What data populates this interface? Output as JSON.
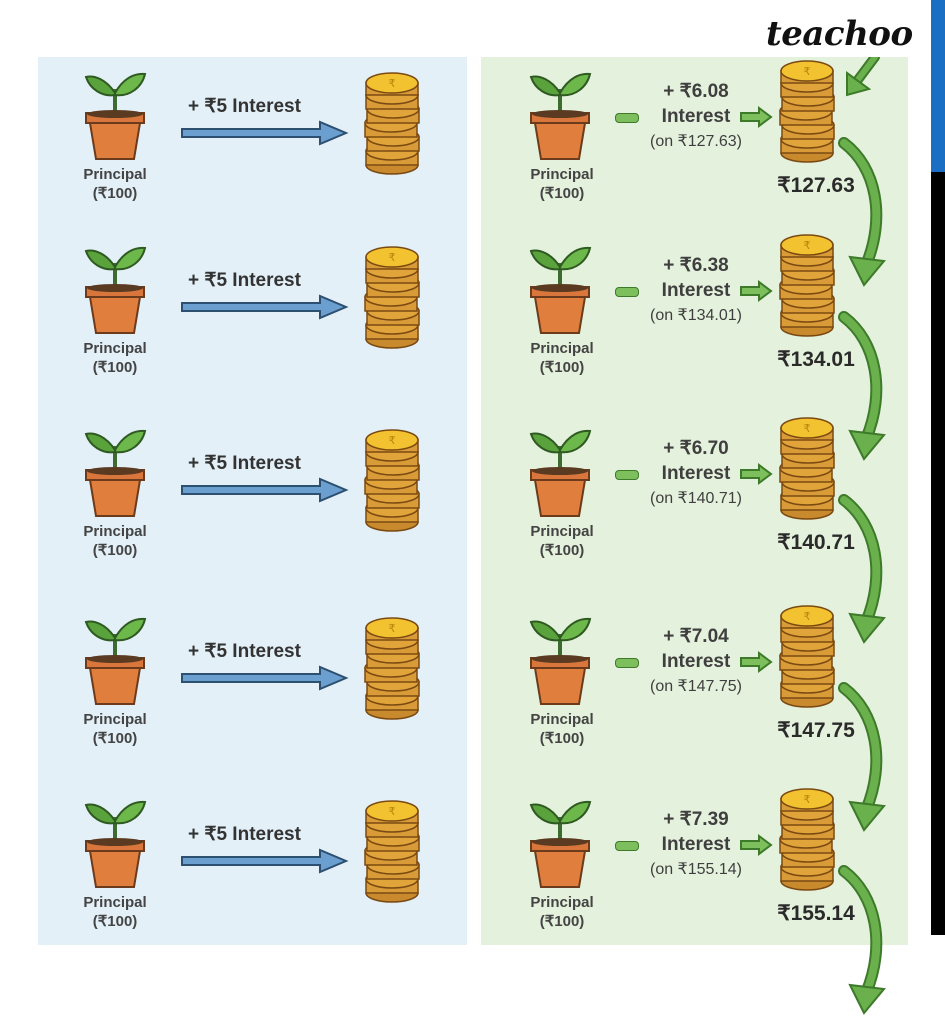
{
  "brand": {
    "name": "teachoo"
  },
  "colors": {
    "left_panel_bg": "#e3f0f8",
    "right_panel_bg": "#e4f1dc",
    "blue_arrow": "#6a9fd0",
    "green_arrow": "#6ab04c",
    "pot": "#d9763c",
    "leaf": "#5aa33c",
    "coin": "#e0a43a",
    "edge_blue": "#1a6fc4",
    "edge_black": "#000000"
  },
  "simple_interest": {
    "rows": [
      {
        "principal_label": "Principal",
        "principal_amount": "(₹100)",
        "interest_label": "+ ₹5 Interest"
      },
      {
        "principal_label": "Principal",
        "principal_amount": "(₹100)",
        "interest_label": "+ ₹5 Interest"
      },
      {
        "principal_label": "Principal",
        "principal_amount": "(₹100)",
        "interest_label": "+ ₹5 Interest"
      },
      {
        "principal_label": "Principal",
        "principal_amount": "(₹100)",
        "interest_label": "+ ₹5 Interest"
      },
      {
        "principal_label": "Principal",
        "principal_amount": "(₹100)",
        "interest_label": "+ ₹5 Interest"
      }
    ]
  },
  "compound_interest": {
    "rows": [
      {
        "principal_label": "Principal",
        "principal_amount": "(₹100)",
        "interest_amount": "+ ₹6.08",
        "interest_word": "Interest",
        "interest_base": "(on ₹127.63)",
        "total": "₹127.63"
      },
      {
        "principal_label": "Principal",
        "principal_amount": "(₹100)",
        "interest_amount": "+ ₹6.38",
        "interest_word": "Interest",
        "interest_base": "(on ₹134.01)",
        "total": "₹134.01"
      },
      {
        "principal_label": "Principal",
        "principal_amount": "(₹100)",
        "interest_amount": "+ ₹6.70",
        "interest_word": "Interest",
        "interest_base": "(on ₹140.71)",
        "total": "₹140.71"
      },
      {
        "principal_label": "Principal",
        "principal_amount": "(₹100)",
        "interest_amount": "+ ₹7.04",
        "interest_word": "Interest",
        "interest_base": "(on ₹147.75)",
        "total": "₹147.75"
      },
      {
        "principal_label": "Principal",
        "principal_amount": "(₹100)",
        "interest_amount": "+ ₹7.39",
        "interest_word": "Interest",
        "interest_base": "(on ₹155.14)",
        "total": "₹155.14"
      }
    ]
  }
}
